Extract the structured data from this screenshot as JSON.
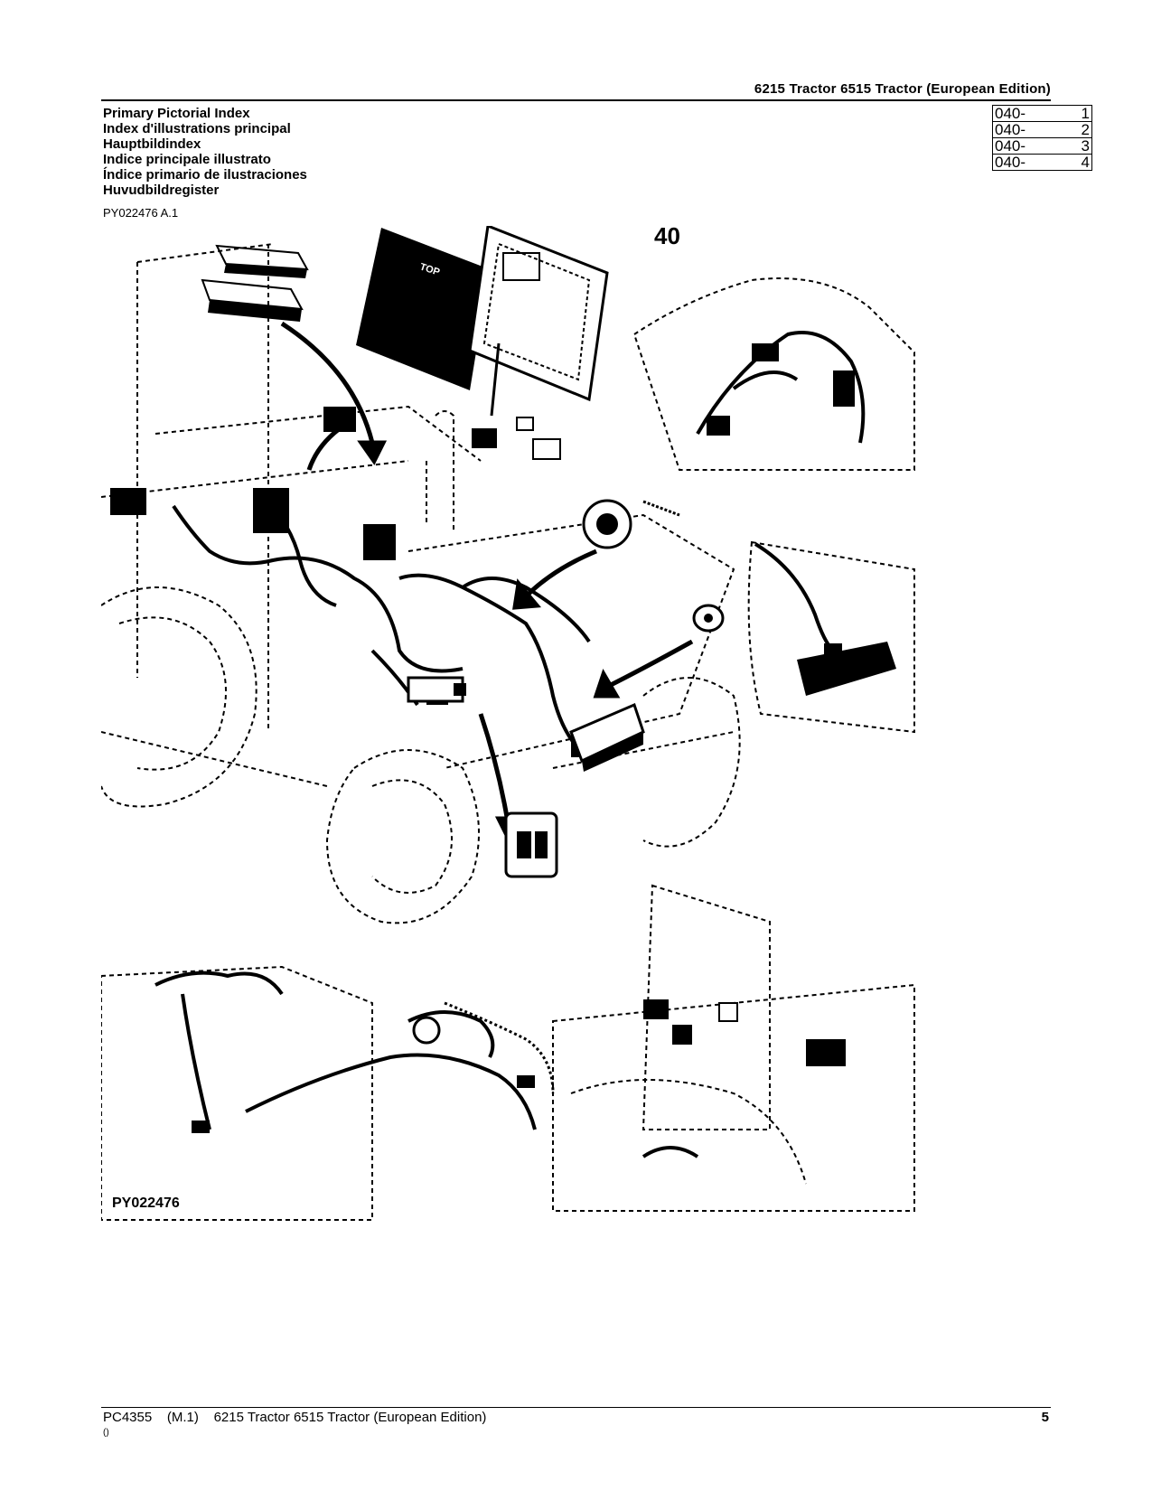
{
  "header": {
    "title": "6215 Tractor 6515 Tractor (European Edition)"
  },
  "index_titles": [
    "Primary Pictorial Index",
    "Index d'illustrations principal",
    "Hauptbildindex",
    "Indice principale illustrato",
    "Índice primario de ilustraciones",
    "Huvudbildregister"
  ],
  "code_table": [
    {
      "code": "040-",
      "num": "1"
    },
    {
      "code": "040-",
      "num": "2"
    },
    {
      "code": "040-",
      "num": "3"
    },
    {
      "code": "040-",
      "num": "4"
    }
  ],
  "figure": {
    "ref": "PY022476 A.1",
    "group_number": "40",
    "image_id": "PY022476",
    "labels_on_ecu": [
      "TOP"
    ]
  },
  "footer": {
    "doc_code": "PC4355",
    "revision": "(M.1)",
    "doc_title": "6215 Tractor 6515 Tractor (European Edition)",
    "page_number": "5",
    "sub": "()"
  }
}
